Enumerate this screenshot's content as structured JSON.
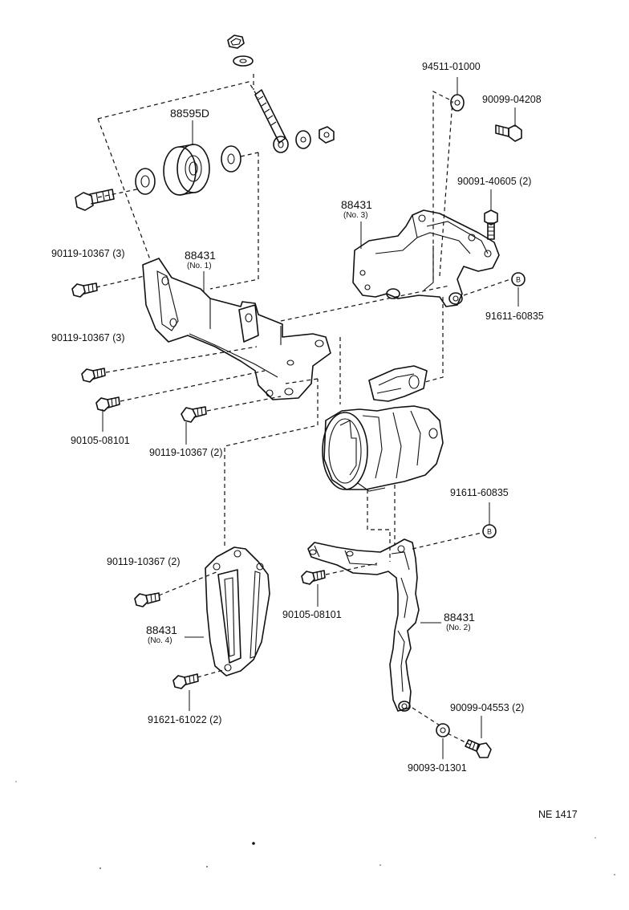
{
  "labels": {
    "p94511_01000": "94511-01000",
    "p90099_04208": "90099-04208",
    "p88595D": "88595D",
    "p90091_40605": "90091-40605 (2)",
    "p88431_no3": "88431",
    "p88431_no3_sub": "(No. 3)",
    "p90119_10367_a": "90119-10367 (3)",
    "p88431_no1": "88431",
    "p88431_no1_sub": "(No. 1)",
    "p91611_60835_a": "91611-60835",
    "p90119_10367_b": "90119-10367 (3)",
    "p90105_08101_a": "90105-08101",
    "p90119_10367_c": "90119-10367 (2)",
    "p91611_60835_b": "91611-60835",
    "p90119_10367_d": "90119-10367 (2)",
    "p90105_08101_b": "90105-08101",
    "p88431_no2": "88431",
    "p88431_no2_sub": "(No. 2)",
    "p88431_no4": "88431",
    "p88431_no4_sub": "(No. 4)",
    "p91621_61022": "91621-61022 (2)",
    "p90099_04553": "90099-04553 (2)",
    "p90093_01301": "90093-01301",
    "ref_mark_a": "B",
    "ref_mark_b": "B",
    "figure_code": "NE  1417"
  }
}
